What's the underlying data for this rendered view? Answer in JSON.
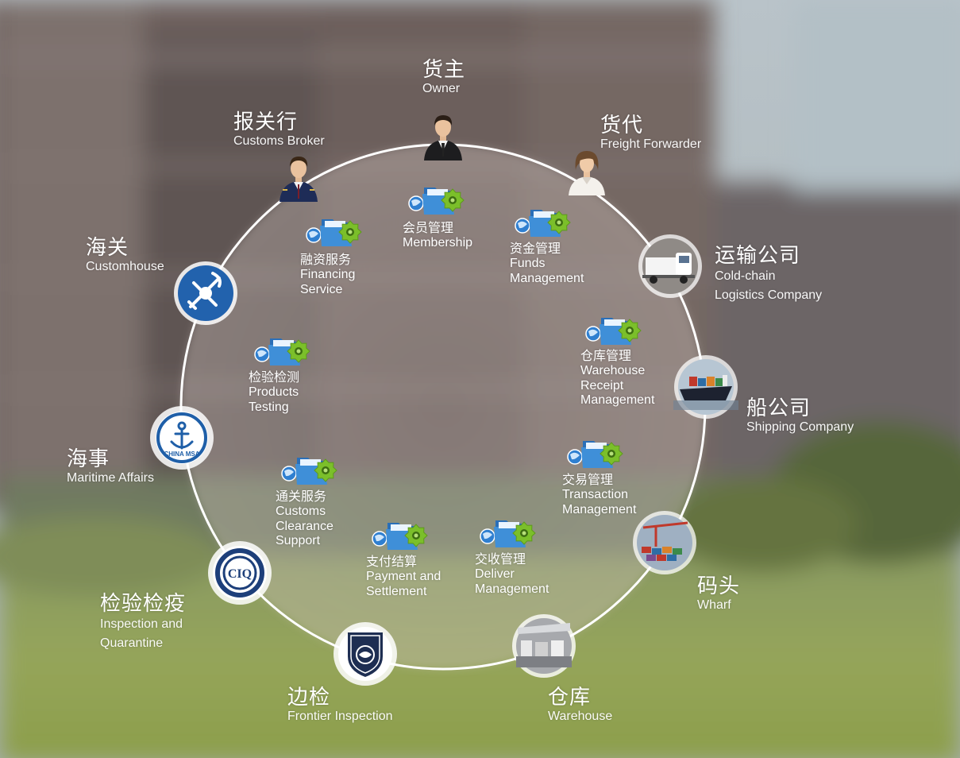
{
  "stakeholders": {
    "owner": {
      "cn": "货主",
      "en": "Owner"
    },
    "freight_forwarder": {
      "cn": "货代",
      "en": "Freight Forwarder"
    },
    "customs_broker": {
      "cn": "报关行",
      "en": "Customs Broker"
    },
    "customhouse": {
      "cn": "海关",
      "en": "Customhouse"
    },
    "cold_chain": {
      "cn": "运输公司",
      "en": "Cold-chain",
      "en2": "Logistics Company"
    },
    "shipping": {
      "cn": "船公司",
      "en": "Shipping Company"
    },
    "maritime": {
      "cn": "海事",
      "en": "Maritime Affairs",
      "badge": "CHINA MSA"
    },
    "wharf": {
      "cn": "码头",
      "en": "Wharf"
    },
    "inspection": {
      "cn": "检验检疫",
      "en": "Inspection and",
      "en2": "Quarantine",
      "badge": "CIQ"
    },
    "frontier": {
      "cn": "边检",
      "en": "Frontier Inspection"
    },
    "warehouse": {
      "cn": "仓库",
      "en": "Warehouse"
    }
  },
  "modules": {
    "membership": {
      "cn": "会员管理",
      "en": "Membership"
    },
    "financing": {
      "cn": "融资服务",
      "en": "Financing\nService"
    },
    "funds": {
      "cn": "资金管理",
      "en": "Funds\nManagement"
    },
    "products_testing": {
      "cn": "检验检测",
      "en": "Products\nTesting"
    },
    "warehouse_receipt": {
      "cn": "仓库管理",
      "en": "Warehouse\nReceipt\nManagement"
    },
    "customs_clearance": {
      "cn": "通关服务",
      "en": "Customs\nClearance\nSupport"
    },
    "transaction": {
      "cn": "交易管理",
      "en": "Transaction\nManagement"
    },
    "payment": {
      "cn": "支付结算",
      "en": "Payment and\nSettlement"
    },
    "deliver": {
      "cn": "交收管理",
      "en": "Deliver\nManagement"
    }
  },
  "colors": {
    "ring": "#ffffff",
    "disc": "rgba(190,180,175,0.28)",
    "folder": "#3f8fd8",
    "gear": "#7bbf2a",
    "badge_blue": "#1f5fa8"
  },
  "icons": {
    "module": "folder-gear-globe-icon",
    "person": "person-icon",
    "truck": "truck-icon",
    "ship": "ship-icon",
    "crane": "crane-icon",
    "warehouse": "warehouse-icon",
    "customs": "customs-emblem-icon",
    "msa": "msa-anchor-icon",
    "ciq": "ciq-logo-icon",
    "frontier": "frontier-shield-icon"
  }
}
